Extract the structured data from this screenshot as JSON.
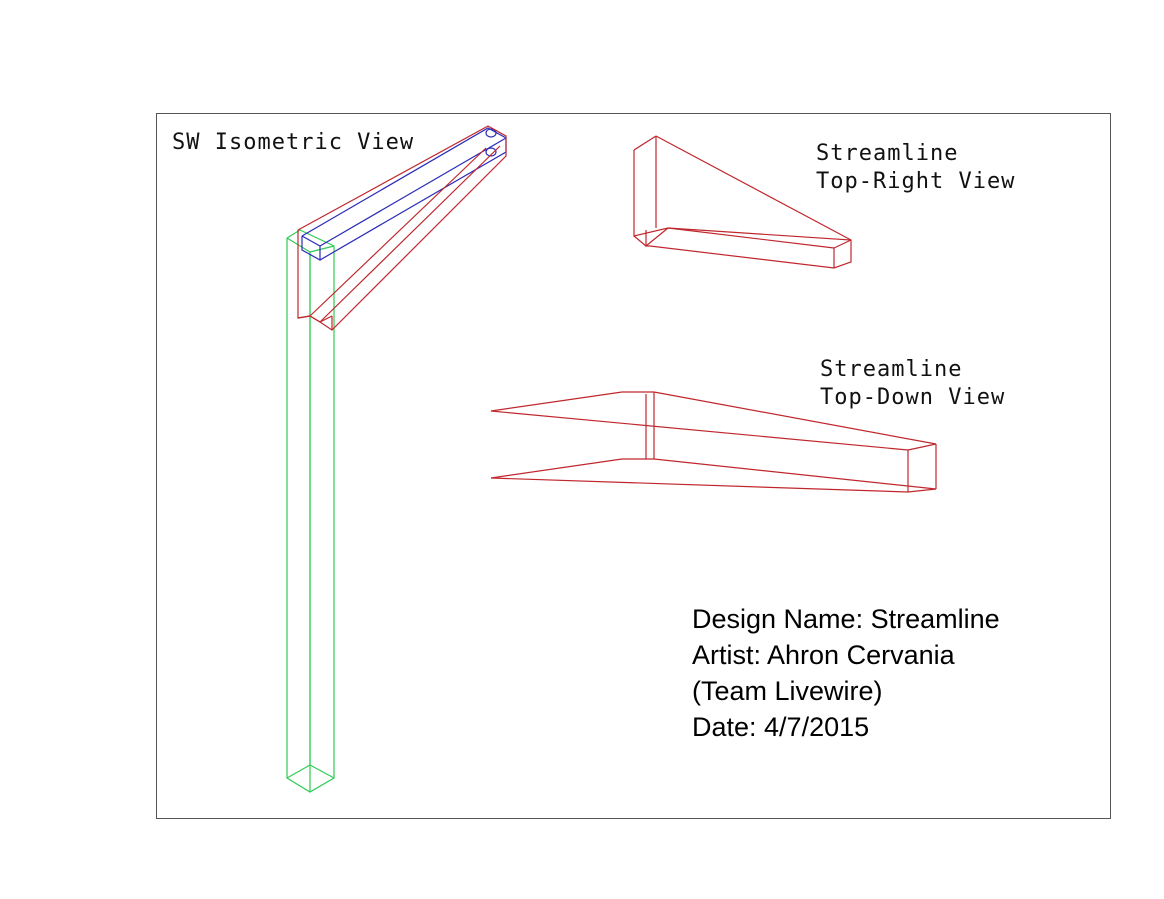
{
  "views": {
    "iso_label": "SW Isometric View",
    "top_right_label_line1": "Streamline",
    "top_right_label_line2": "Top-Right View",
    "top_down_label_line1": "Streamline",
    "top_down_label_line2": "Top-Down View"
  },
  "info": {
    "design_name": "Design Name: Streamline",
    "artist": "Artist: Ahron Cervania",
    "team": "(Team Livewire)",
    "date": "Date: 4/7/2015"
  },
  "colors": {
    "red": "#c0272d",
    "blue": "#2b2bb8",
    "green": "#2ecc55",
    "frame": "#555555"
  }
}
